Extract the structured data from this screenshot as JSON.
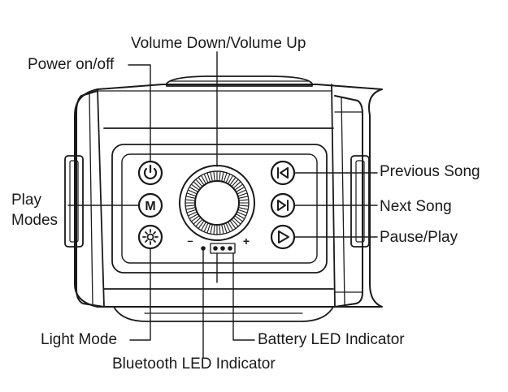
{
  "labels": {
    "volume": "Volume Down/Volume Up",
    "power": "Power on/off",
    "play_modes_line1": "Play",
    "play_modes_line2": "Modes",
    "previous_song": "Previous Song",
    "next_song": "Next Song",
    "pause_play": "Pause/Play",
    "light_mode": "Light Mode",
    "battery_led": "Battery LED Indicator",
    "bluetooth_led": "Bluetooth LED Indicator"
  },
  "button_glyphs": {
    "mode": "M",
    "volume_minus": "–",
    "volume_plus": "+"
  },
  "icons": [
    "power-icon",
    "mode-icon",
    "light-icon",
    "previous-icon",
    "next-icon",
    "play-pause-icon"
  ],
  "colors": {
    "line": "#1a1a1a",
    "background": "#ffffff"
  }
}
